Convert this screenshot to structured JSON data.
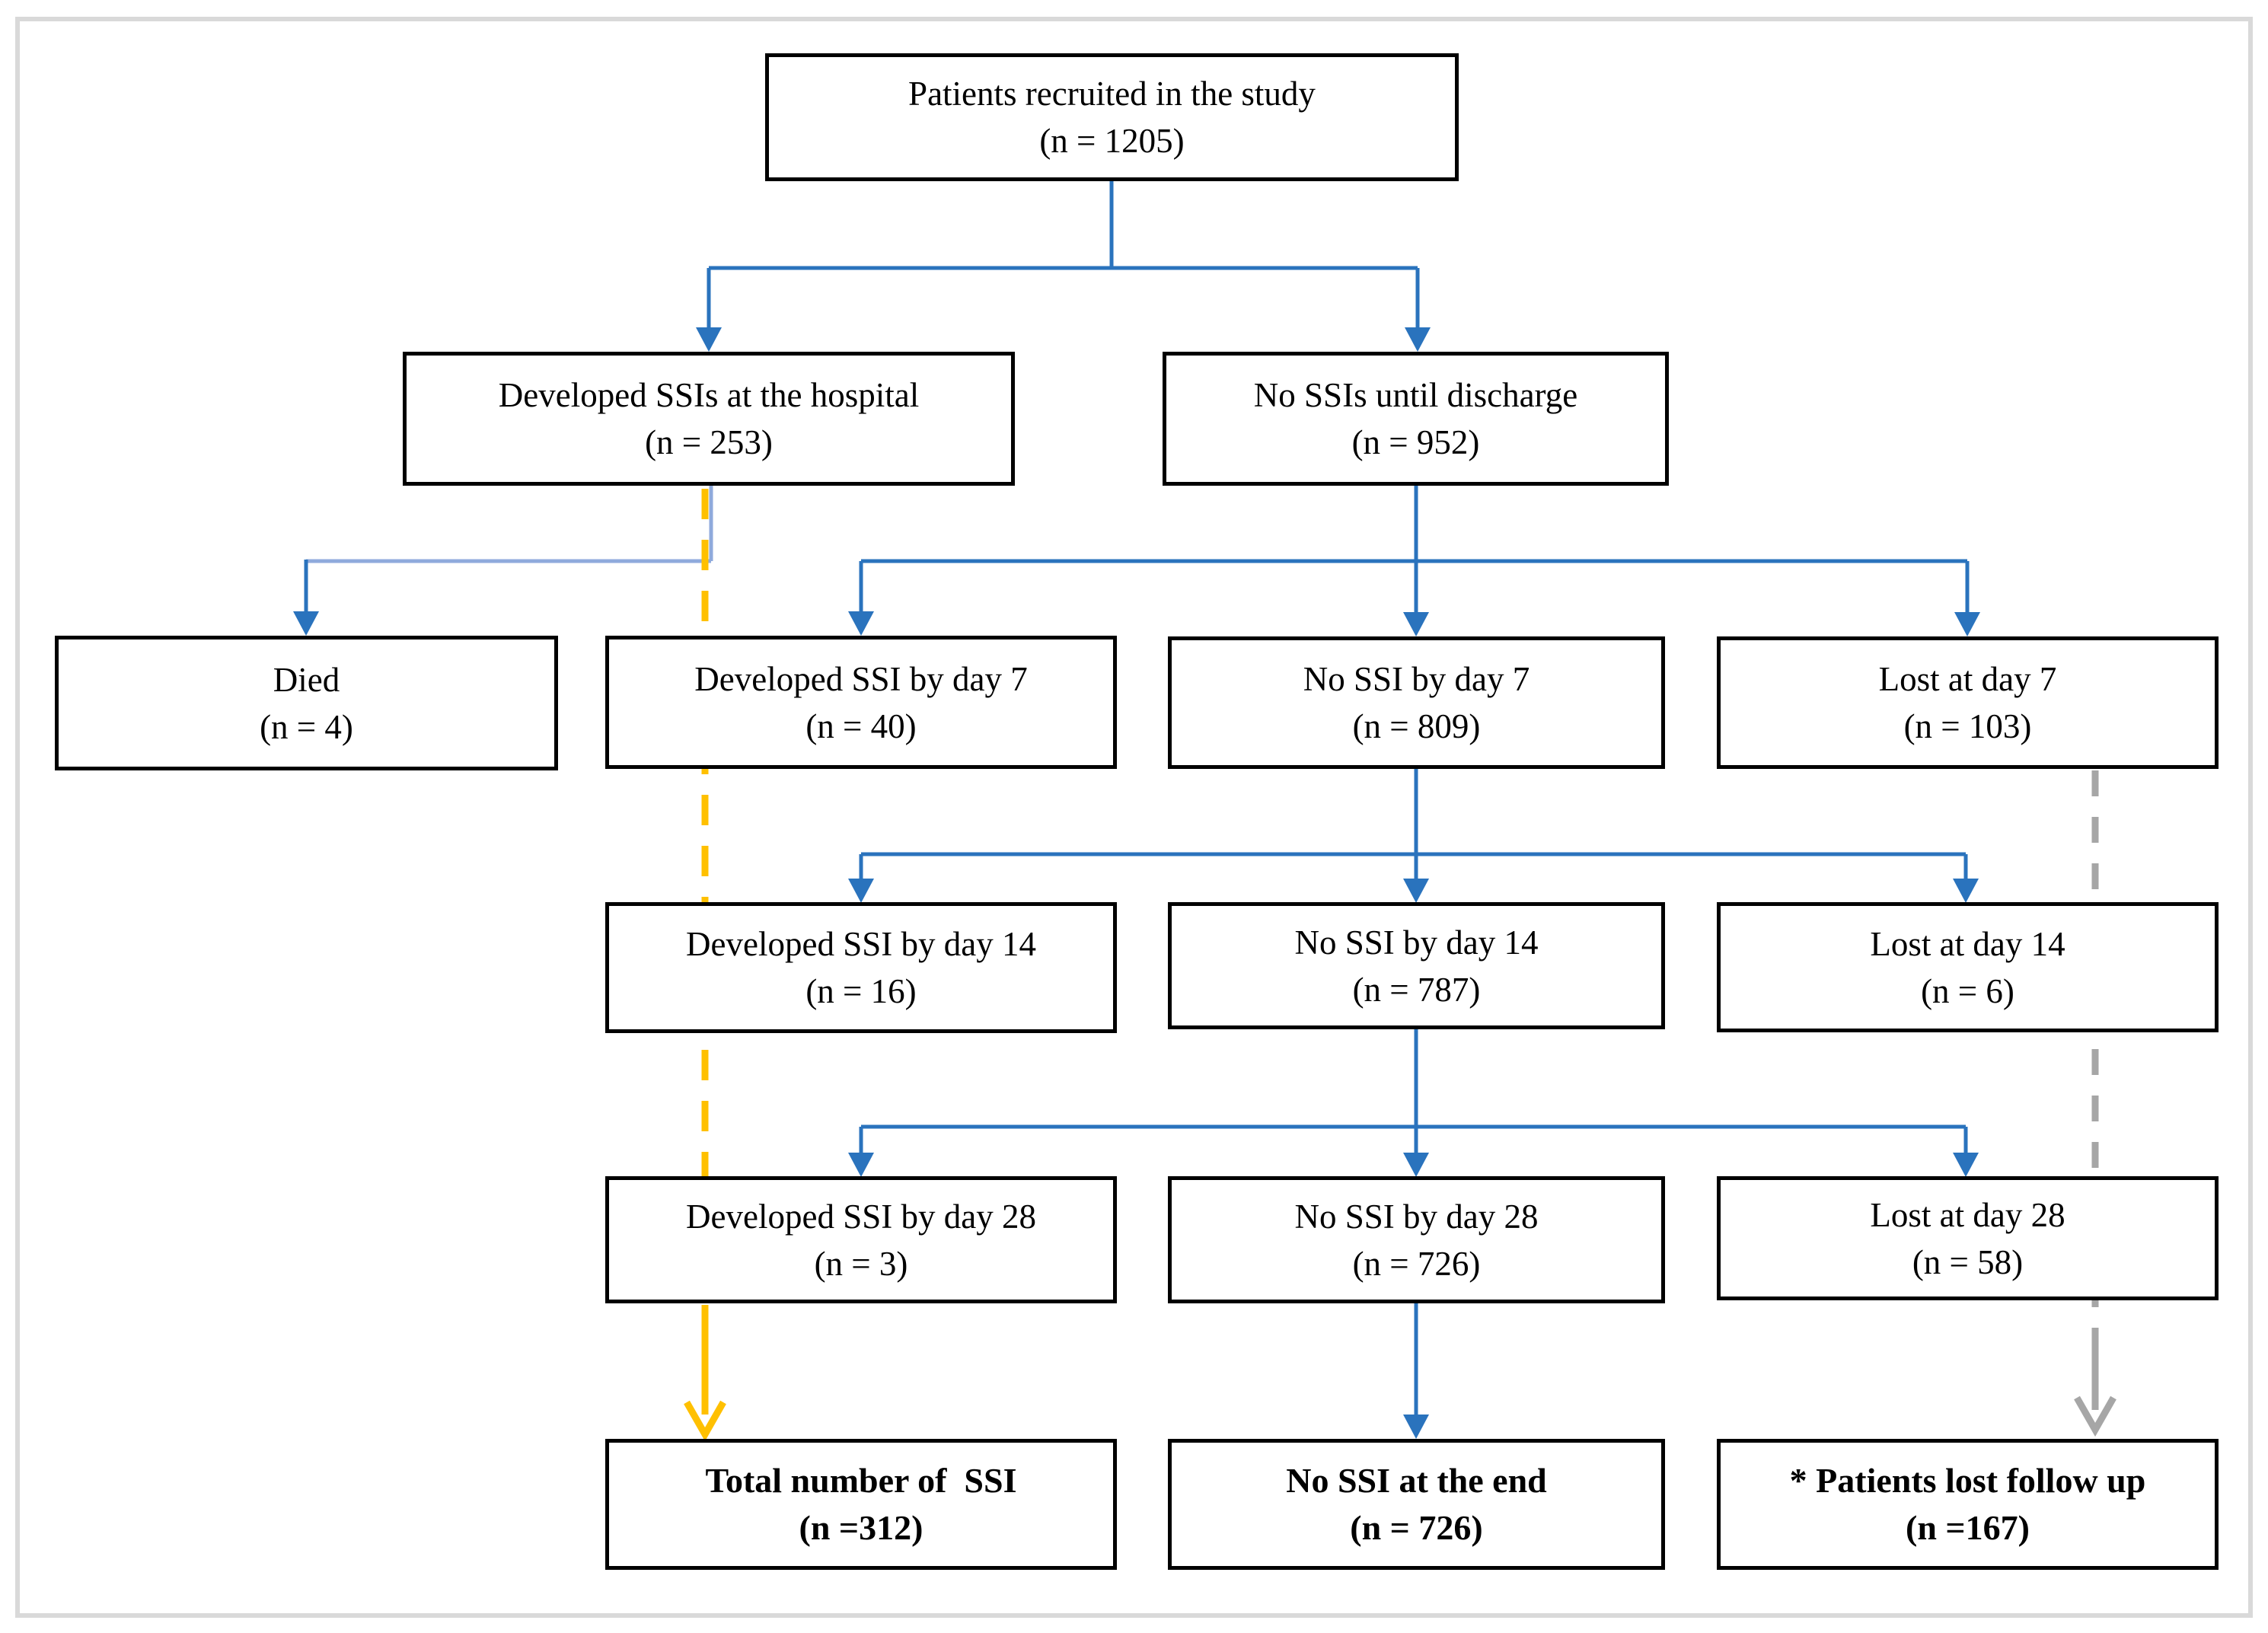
{
  "colors": {
    "blue": "#2a73bd",
    "light-blue": "#8faadc",
    "orange": "#ffc000",
    "gray": "#a6a6a6",
    "box-border": "#000000",
    "outer-border": "#d9d9d9"
  },
  "nodes": {
    "recruited": {
      "line1": "Patients recruited in the study",
      "line2": "(n = 1205)"
    },
    "dev_hospital": {
      "line1": "Developed SSIs at the hospital",
      "line2": "(n = 253)"
    },
    "no_discharge": {
      "line1": "No SSIs until discharge",
      "line2": "(n = 952)"
    },
    "died": {
      "line1": "Died",
      "line2": "(n = 4)"
    },
    "dev_day7": {
      "line1": "Developed SSI by day 7",
      "line2": "(n = 40)"
    },
    "no_day7": {
      "line1": "No SSI by day 7",
      "line2": "(n = 809)"
    },
    "lost_day7": {
      "line1": "Lost at day 7",
      "line2": "(n = 103)"
    },
    "dev_day14": {
      "line1": "Developed SSI by day 14",
      "line2": "(n = 16)"
    },
    "no_day14": {
      "line1": "No SSI by day 14",
      "line2": "(n = 787)"
    },
    "lost_day14": {
      "line1": "Lost at day 14",
      "line2": "(n = 6)"
    },
    "dev_day28": {
      "line1": "Developed SSI by day 28",
      "line2": "(n = 3)"
    },
    "no_day28": {
      "line1": "No SSI by day 28",
      "line2": "(n = 726)"
    },
    "lost_day28": {
      "line1": "Lost at day 28",
      "line2": "(n = 58)"
    },
    "total_ssi": {
      "line1": "Total number of  SSI",
      "line2": "(n =312)"
    },
    "no_ssi_end": {
      "line1": "No SSI at the end",
      "line2": "(n = 726)"
    },
    "lost_followup": {
      "line1": "* Patients lost follow up",
      "line2": "(n =167)"
    }
  }
}
